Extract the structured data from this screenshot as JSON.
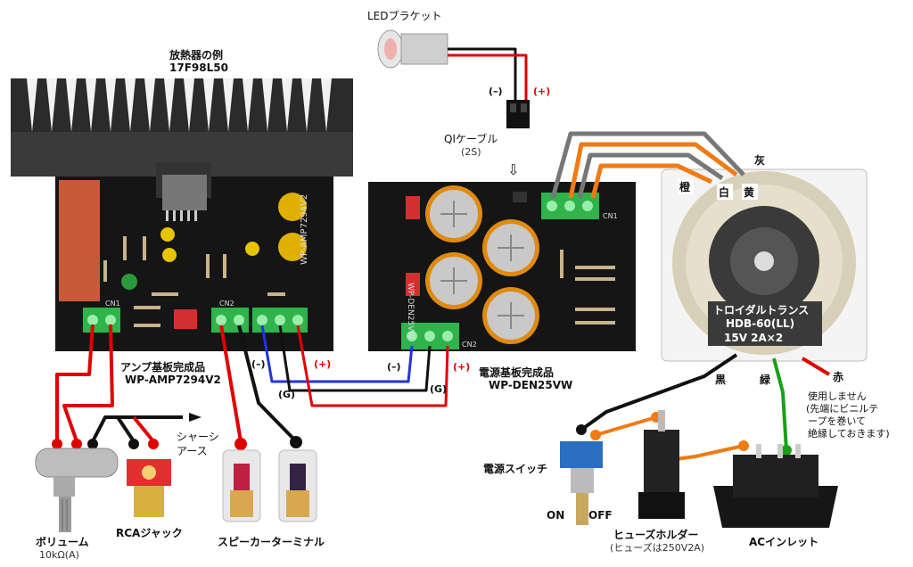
{
  "labels": {
    "led": "LEDブラケット",
    "heatsink": "放熱器の例",
    "heatsink_model": "17F98L50",
    "cable_neg": "(–)",
    "cable_pos": "(+)",
    "qi_cable": "QIケーブル",
    "qi_cable_sub": "(2S)",
    "gray": "灰",
    "orange": "橙",
    "white": "白",
    "yellow": "黄",
    "amp_board": "アンプ基板完成品",
    "amp_model": "WP-AMP7294V2",
    "psu_board": "電源基板完成品",
    "psu_model": "WP-DEN25VW",
    "toroidal": "トロイダルトランス",
    "toroidal_model": "HDB-60(LL)",
    "toroidal_spec": "15V 2A×2",
    "black": "黒",
    "green": "緑",
    "red": "赤",
    "unused_1": "使用しません",
    "unused_2": "(先端にビニルテ",
    "unused_3": "ープを巻いて",
    "unused_4": "絶縁しておきます)",
    "spk_neg": "(–)",
    "spk_pos": "(+)",
    "g1": "(G)",
    "g2": "(G)",
    "psu_neg": "(–)",
    "psu_pos": "(+)",
    "chassis_1": "シャーシ",
    "chassis_2": "アース",
    "power_switch": "電源スイッチ",
    "on": "ON",
    "off": "OFF",
    "fuse_holder": "ヒューズホルダー",
    "fuse_sub": "(ヒューズは250V2A)",
    "ac_inlet": "ACインレット",
    "volume": "ボリューム",
    "volume_sub": "10kΩ(A)",
    "rca": "RCAジャック",
    "spk_terminal": "スピーカーターミナル",
    "cn1": "CN1",
    "cn2": "CN2",
    "amp_silk": "WP-AMP7294V2",
    "psu_silk": "WP-DEN25VW"
  },
  "colors": {
    "wire_red": "#e00000",
    "wire_black": "#111111",
    "wire_blue": "#2233dd",
    "wire_gray": "#777777",
    "wire_orange": "#f07a14",
    "wire_green": "#19a019",
    "pcb": "#151515",
    "terminal": "#2fb34a",
    "cap_orange": "#e08a10",
    "heatsink": "#2a2a2a"
  },
  "icons": {
    "down_arrow": "⇩"
  }
}
